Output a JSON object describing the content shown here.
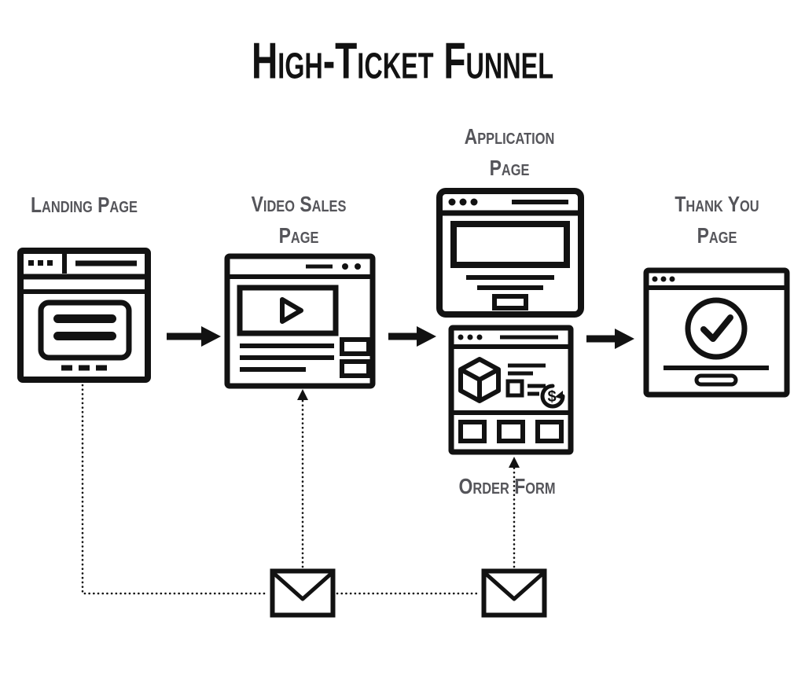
{
  "title": "High-Ticket Funnel",
  "colors": {
    "ink": "#121212",
    "label": "#55555a",
    "background": "#ffffff"
  },
  "nodes": {
    "landing_page": {
      "label": "Landing Page",
      "icon": "landing-page-browser-icon"
    },
    "video_sales_page": {
      "label": "Video Sales Page",
      "icon": "video-player-browser-icon"
    },
    "application_page": {
      "label": "Application Page",
      "icon": "application-form-browser-icon"
    },
    "order_form": {
      "label": "Order Form",
      "icon": "order-checkout-browser-icon"
    },
    "thank_you_page": {
      "label": "Thank You Page",
      "icon": "checkmark-browser-icon"
    },
    "email_1": {
      "icon": "envelope-icon"
    },
    "email_2": {
      "icon": "envelope-icon"
    }
  },
  "edges": [
    {
      "from": "landing_page",
      "to": "video_sales_page",
      "style": "solid-arrow"
    },
    {
      "from": "video_sales_page",
      "to": "application_page",
      "style": "solid-arrow"
    },
    {
      "from": "order_form",
      "to": "thank_you_page",
      "style": "solid-arrow"
    },
    {
      "from": "landing_page",
      "to": "email_1",
      "style": "dotted"
    },
    {
      "from": "email_1",
      "to": "video_sales_page",
      "style": "dotted-arrow"
    },
    {
      "from": "email_1",
      "to": "email_2",
      "style": "dotted"
    },
    {
      "from": "email_2",
      "to": "order_form",
      "style": "dotted-arrow"
    }
  ]
}
